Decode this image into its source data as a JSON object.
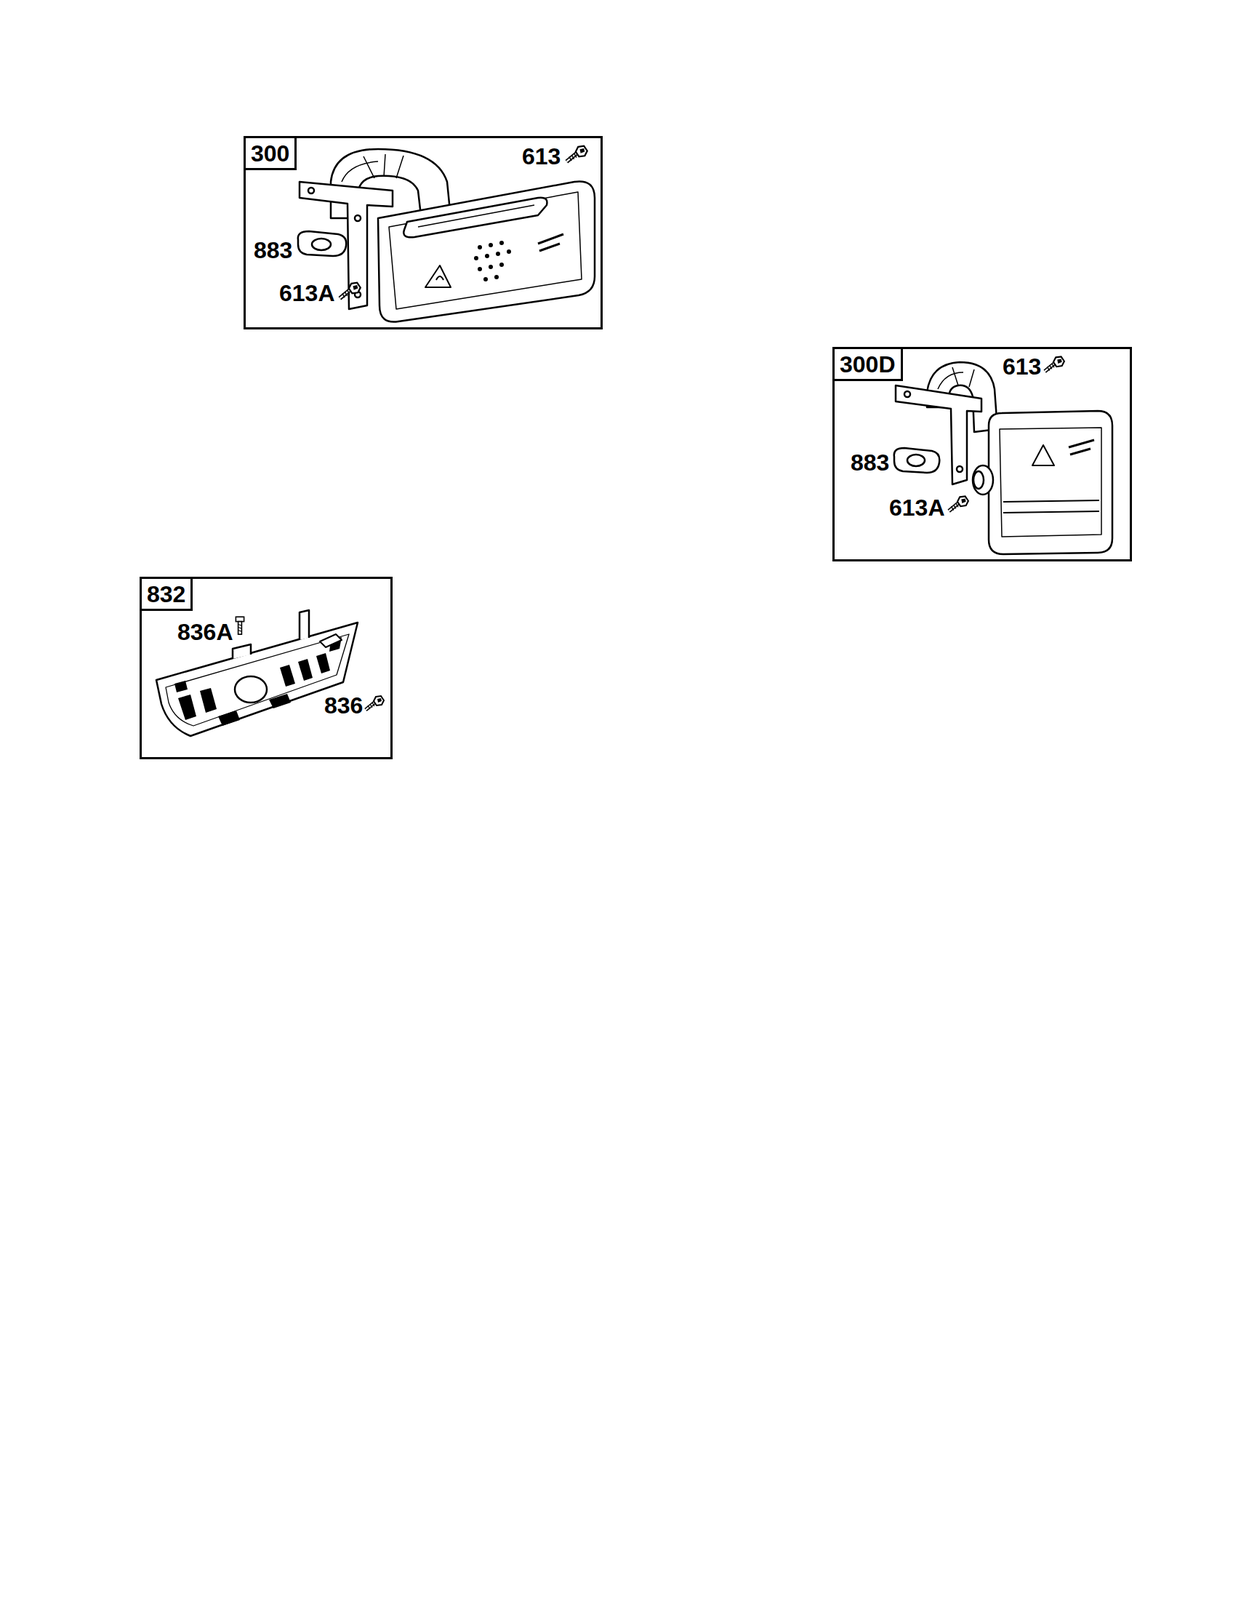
{
  "diagram": {
    "nodes": [
      {
        "text": [
          "300",
          "613",
          "883",
          "613A"
        ]
      },
      {
        "text": [
          "300D",
          "613",
          "883",
          "613A"
        ]
      },
      {
        "text": [
          "832",
          "836A",
          "836"
        ]
      }
    ]
  }
}
